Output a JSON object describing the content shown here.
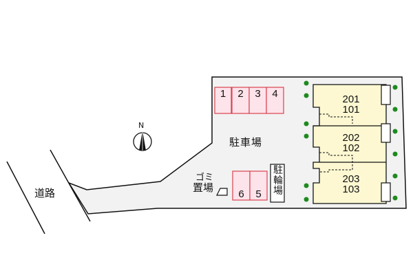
{
  "map": {
    "road_label": "道路",
    "parking_label": "駐車場",
    "garbage_label_top": "ゴミ",
    "garbage_label_bottom": "置場",
    "bicycle_label": [
      "駐",
      "輪",
      "場"
    ],
    "compass_label": "N",
    "parking_spaces_top": [
      "1",
      "2",
      "3",
      "4"
    ],
    "parking_spaces_bottom": [
      "6",
      "5"
    ],
    "units": [
      {
        "upper": "201",
        "lower": "101"
      },
      {
        "upper": "202",
        "lower": "102"
      },
      {
        "upper": "203",
        "lower": "103"
      }
    ],
    "colors": {
      "lot_fill": "#f2f2f2",
      "parking_fill": "#fde3ea",
      "parking_stroke": "#d9434f",
      "building_fill": "#fdf8d2",
      "tree": "#1e8a1e",
      "outline": "#111111"
    }
  }
}
